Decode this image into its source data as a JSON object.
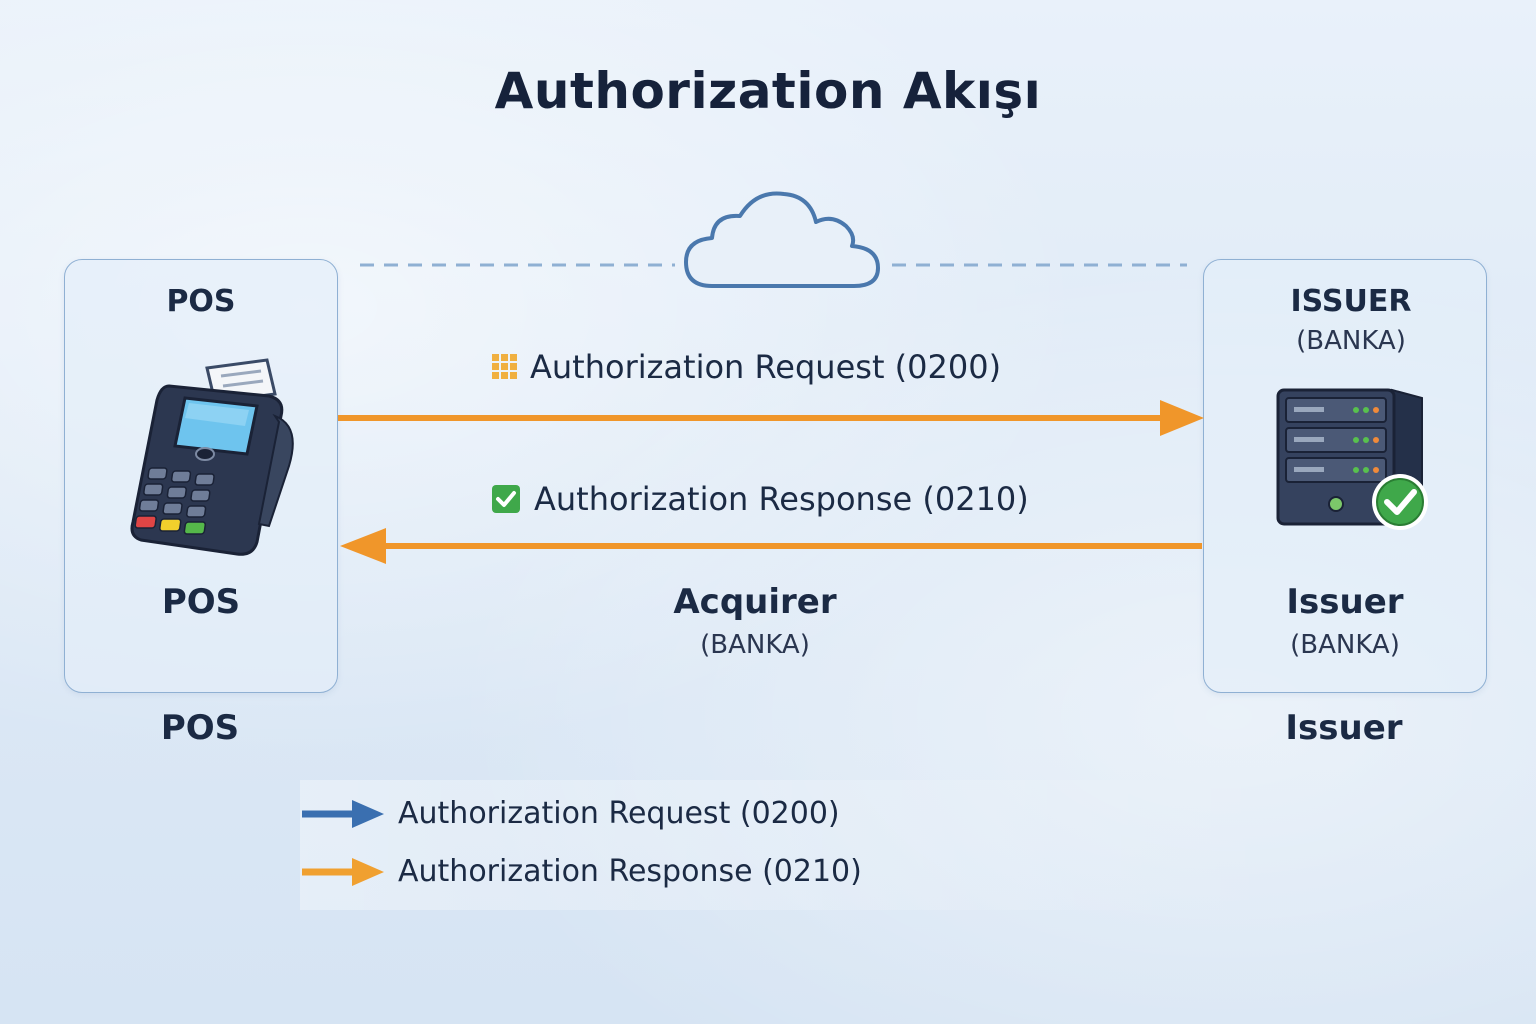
{
  "title": "Authorization Akışı",
  "pos_panel": {
    "header": "POS",
    "caption": "POS",
    "below_label": "POS",
    "icon": "pos-terminal-icon"
  },
  "issuer_panel": {
    "header": "ISSUER",
    "header_sub": "(BANKA)",
    "caption": "Issuer",
    "caption_sub": "(BANKA)",
    "below_label": "Issuer",
    "icon": "server-check-icon"
  },
  "acquirer": {
    "label": "Acquirer",
    "sub": "(BANKA)"
  },
  "network": {
    "icon": "cloud-icon"
  },
  "messages": {
    "request": {
      "label": "Authorization Request (0200)",
      "icon": "grid-icon",
      "direction": "right"
    },
    "response": {
      "label": "Authorization Response (0210)",
      "icon": "check-box-icon",
      "direction": "left"
    }
  },
  "legend": [
    {
      "label": "Authorization Request (0200)",
      "color": "#3a6fb0"
    },
    {
      "label": "Authorization Response (0210)",
      "color": "#f0a030"
    }
  ],
  "colors": {
    "flow_arrow": "#f0962a",
    "panel_border": "#8fb0d3",
    "dashed_line": "#8fb0d3",
    "check_green": "#3fa84a"
  }
}
